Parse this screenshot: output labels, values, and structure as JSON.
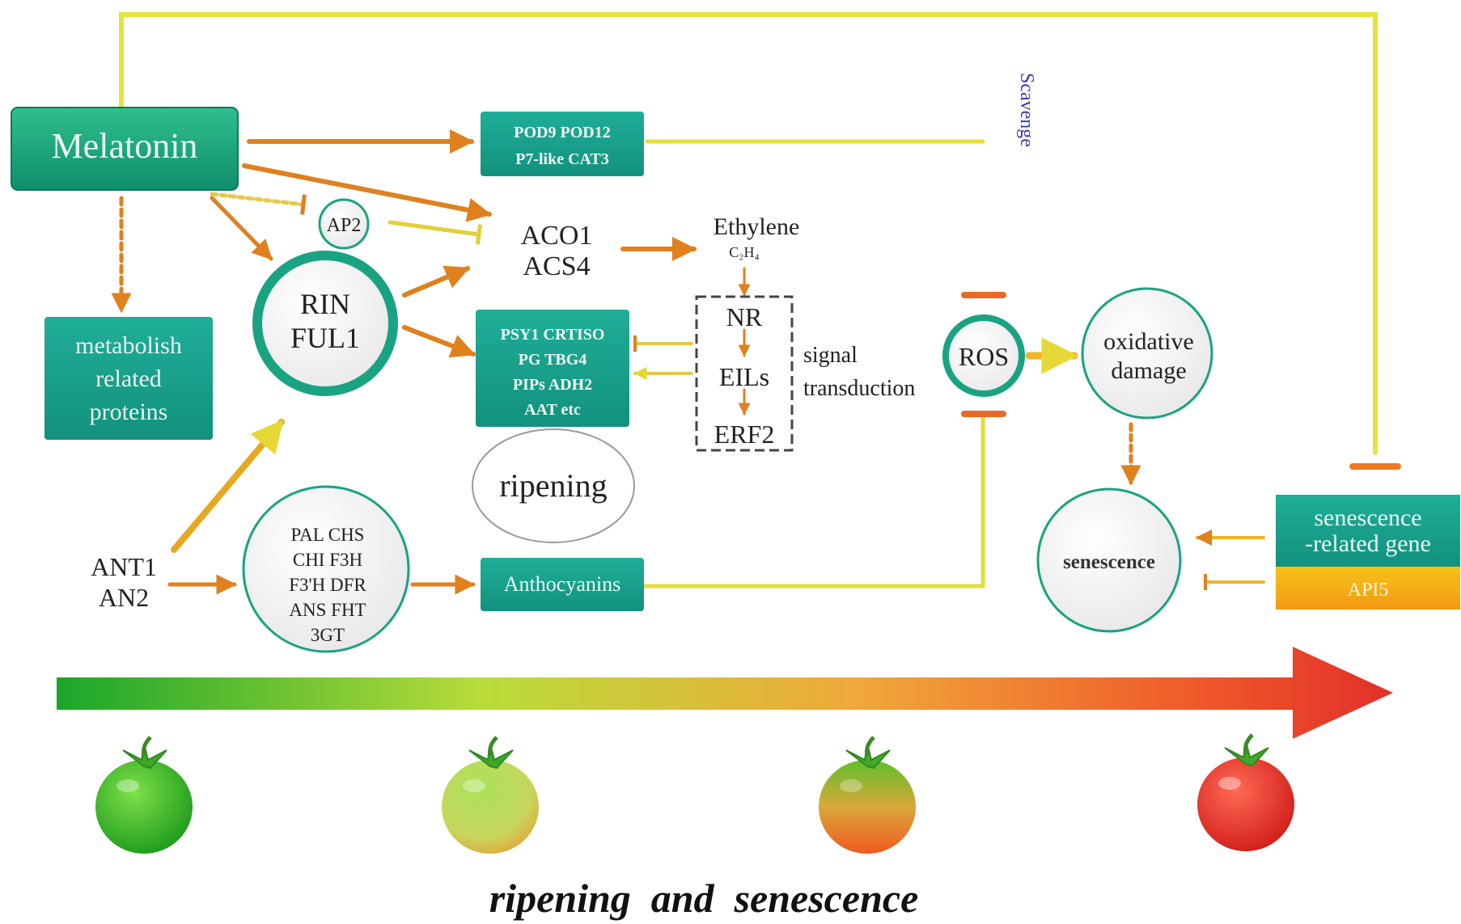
{
  "nodes": {
    "melatonin": "Melatonin",
    "metabolism": [
      "metabolish",
      "related",
      "proteins"
    ],
    "antioxidant_enzymes": [
      "POD9  POD12",
      "P7-like  CAT3"
    ],
    "ap2": "AP2",
    "rin_ful1": [
      "RIN",
      "FUL1"
    ],
    "aco_acs": [
      "ACO1",
      "ACS4"
    ],
    "ethylene": "Ethylene",
    "ethylene_formula": "C₂H₄",
    "signal_cascade": [
      "NR",
      "EILs",
      "ERF2"
    ],
    "signal_label": [
      "signal",
      "transduction"
    ],
    "ripening_genes": [
      "PSY1  CRTISO",
      "PG  TBG4",
      "PIPs  ADH2",
      "AAT  etc"
    ],
    "ripening": "ripening",
    "ant_an": [
      "ANT1",
      "AN2"
    ],
    "anthocyanin_genes": [
      "PAL  CHS",
      "CHI  F3H",
      "F3'H  DFR",
      "ANS  FHT",
      "3GT"
    ],
    "anthocyanins": "Anthocyanins",
    "ros": "ROS",
    "scavenge": "Scavenge",
    "oxidative_damage": [
      "oxidative",
      "damage"
    ],
    "senescence": "senescence",
    "senescence_gene": [
      "senescence",
      "-related gene"
    ],
    "api5": "API5"
  },
  "footer": {
    "caption": "ripening  and  senescence"
  },
  "colors": {
    "teal": "#16a38f",
    "teal_dark": "#0e8f7c",
    "green_ring": "#1aa383",
    "orange": "#e0801e",
    "yellow": "#e2de3a",
    "red": "#e23a2a",
    "scavenge_text": "#3a3ab0"
  },
  "icons": [
    "tomato-green-icon",
    "tomato-breaker-icon",
    "tomato-turning-icon",
    "tomato-red-icon"
  ]
}
